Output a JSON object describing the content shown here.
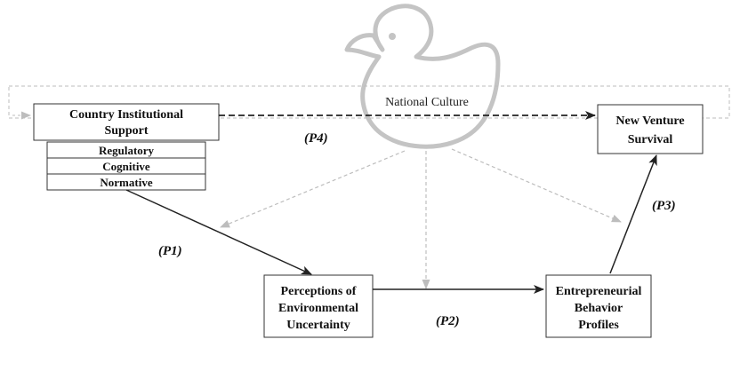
{
  "national_culture": {
    "label": "National Culture"
  },
  "boxes": {
    "country_support": {
      "lines": [
        "Country Institutional",
        "Support"
      ]
    },
    "institutions": [
      "Regulatory",
      "Cognitive",
      "Normative"
    ],
    "new_venture": {
      "lines": [
        "New Venture",
        "Survival"
      ]
    },
    "perceptions": {
      "lines": [
        "Perceptions of",
        "Environmental",
        "Uncertainty"
      ]
    },
    "entrepreneurial": {
      "lines": [
        "Entrepreneurial",
        "Behavior",
        "Profiles"
      ]
    }
  },
  "propositions": {
    "p1": "(P1)",
    "p2": "(P2)",
    "p3": "(P3)",
    "p4": "(P4)"
  },
  "colors": {
    "dashed_gray": "#bdbdbd",
    "duck_outline": "#c4c4c4",
    "line_dark": "#222222"
  },
  "icons": {
    "watermark": "duck-outline-icon"
  }
}
